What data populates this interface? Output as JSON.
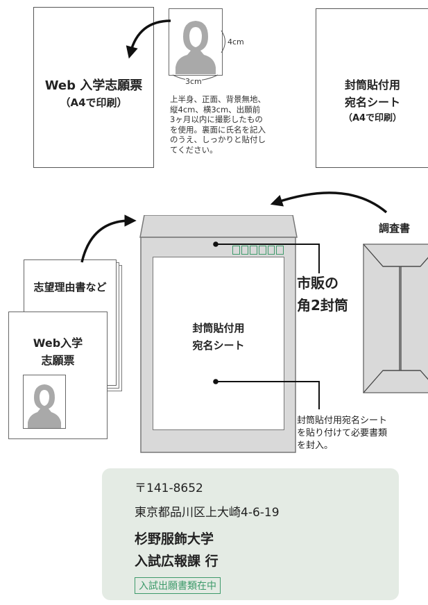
{
  "form_sheet": {
    "title": "Web 入学志願票",
    "subtitle": "（A4で印刷）"
  },
  "photo": {
    "height_label": "4cm",
    "width_label": "3cm"
  },
  "photo_note": [
    "上半身、正面、背景無地、",
    "縦4cm、横3cm、出願前",
    "3ヶ月以内に撮影したもの",
    "を使用。裏面に氏名を記入",
    "のうえ、しっかりと貼付し",
    "てください。"
  ],
  "address_sheet": {
    "title_line1": "封筒貼付用",
    "title_line2": "宛名シート",
    "subtitle": "（A4で印刷）"
  },
  "documents": {
    "back_doc_label": "志望理由書など",
    "front_doc_line1": "Web入学",
    "front_doc_line2": "志願票"
  },
  "envelope": {
    "sheet_line1": "封筒貼付用",
    "sheet_line2": "宛名シート",
    "label_line1": "市販の",
    "label_line2": "角2封筒"
  },
  "survey": {
    "label": "調査書"
  },
  "enclose_note": [
    "封筒貼付用宛名シート",
    "を貼り付けて必要書類",
    "を封入。"
  ],
  "address_box": {
    "postal": "〒141-8652",
    "street": "東京都品川区上大崎4-6-19",
    "school": "杉野服飾大学",
    "department": "入試広報課 行",
    "stamp": "入試出願書類在中"
  },
  "colors": {
    "envelope_gray": "#d9d9d9",
    "envelope_border": "#777777",
    "address_bg": "#e4ebe4",
    "stamp_green": "#3d9a6a",
    "photo_gray": "#a9a9a9"
  }
}
